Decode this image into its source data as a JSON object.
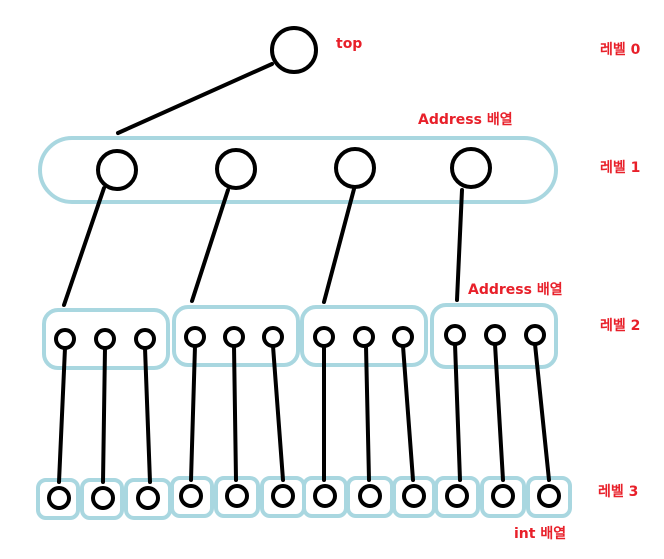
{
  "labels": {
    "top": "top",
    "level0": "레벨 0",
    "level1": "레벨 1",
    "level2": "레벨 2",
    "level3": "레벨 3",
    "address_array_1": "Address 배열",
    "address_array_2": "Address 배열",
    "int_array": "int 배열"
  },
  "colors": {
    "label": "#e8202a",
    "box": "#a9d7e0",
    "ink": "#000000"
  }
}
